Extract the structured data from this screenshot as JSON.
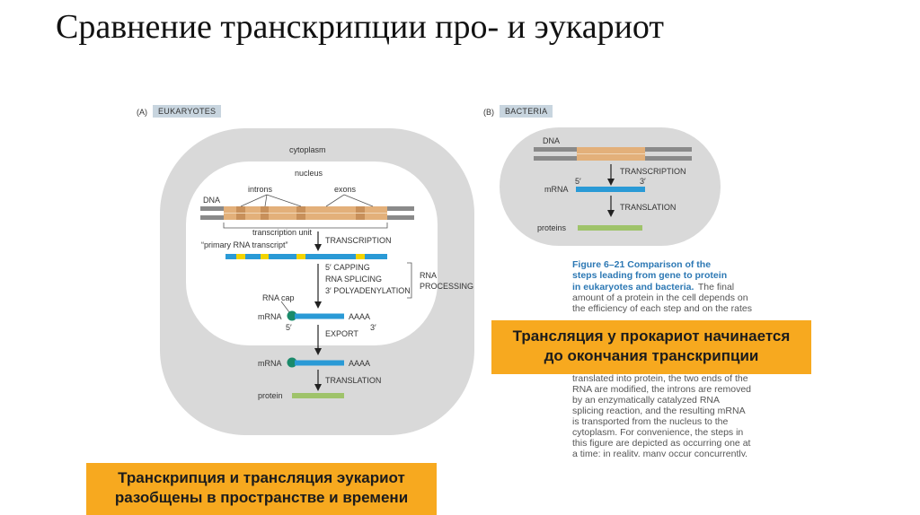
{
  "title": "Сравнение транскрипции про- и эукариот",
  "panel_a": {
    "letter": "(A)",
    "tag": "EUKARYOTES",
    "cytoplasm": "cytoplasm",
    "nucleus": "nucleus",
    "introns": "introns",
    "exons": "exons",
    "dna": "DNA",
    "transcription_unit": "transcription unit",
    "primary_transcript": "“primary RNA transcript”",
    "transcription": "TRANSCRIPTION",
    "capping": "5′ CAPPING",
    "splicing": "RNA SPLICING",
    "polyadenylation": "3′ POLYADENYLATION",
    "rna": "RNA",
    "processing": "PROCESSING",
    "rna_cap": "RNA cap",
    "mrna": "mRNA",
    "aaaa": "AAAA",
    "five_prime": "5′",
    "three_prime": "3′",
    "export": "EXPORT",
    "mrna2": "mRNA",
    "aaaa2": "AAAA",
    "translation": "TRANSLATION",
    "protein": "protein"
  },
  "panel_b": {
    "letter": "(B)",
    "tag": "BACTERIA",
    "dna": "DNA",
    "transcription": "TRANSCRIPTION",
    "five_prime": "5′",
    "three_prime": "3′",
    "mrna": "mRNA",
    "translation": "TRANSLATION",
    "proteins": "proteins"
  },
  "caption": {
    "lines_top": [
      "Figure 6–21 Comparison of the",
      "steps leading from gene to protein",
      "in eukaryotes and bacteria.",
      "amount of a protein in the cell depends on",
      "the efficiency of each step and on the rates"
    ],
    "top_partial": "The final",
    "lines_bottom": [
      "translated into protein, the two ends of the",
      "RNA are modified, the introns are removed",
      "by an enzymatically catalyzed RNA",
      "splicing reaction, and the resulting mRNA",
      "is transported from the nucleus to the",
      "cytoplasm. For convenience, the steps in",
      "this figure are depicted as occurring one at",
      "a time; in reality, many occur concurrently."
    ]
  },
  "callouts": {
    "prokaryote_line1": "Трансляция у прокариот начинается",
    "prokaryote_line2": "до окончания транскрипции",
    "eukaryote_line1": "Транскрипция и трансляция эукариот",
    "eukaryote_line2": "разобщены в пространстве и времени"
  },
  "colors": {
    "dna_gray": "#8a8a8a",
    "exon_orange": "#e3b07a",
    "rna_blue": "#2a9ad6",
    "rna_yellow": "#f2d400",
    "cap_green": "#1a8a6a",
    "protein_green": "#9fc36a",
    "cytoplasm_gray": "#d9d9d9",
    "callout_orange": "#f7a91f"
  }
}
